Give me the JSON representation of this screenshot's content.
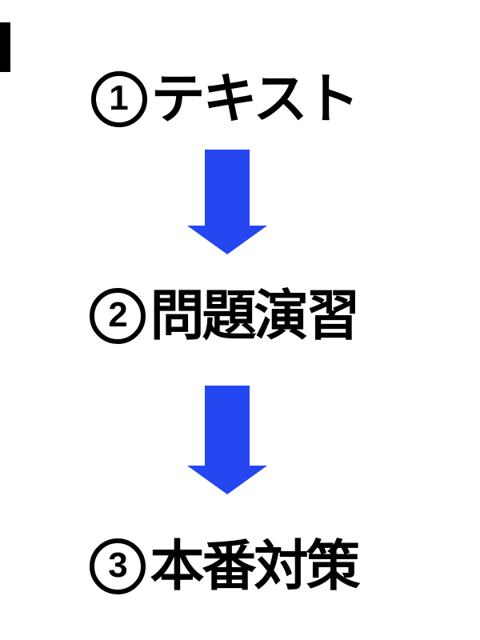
{
  "page": {
    "background_color": "#FFFFFF",
    "text_color": "#000000",
    "accent_blue": "#2447F2"
  },
  "decoration": {
    "corner_bar_color": "#000000"
  },
  "steps": [
    {
      "digit": "1",
      "circled_number": "①",
      "label": "テキスト",
      "full_text": "①テキスト"
    },
    {
      "digit": "2",
      "circled_number": "②",
      "label": "問題演習",
      "full_text": "②問題演習"
    },
    {
      "digit": "3",
      "circled_number": "③",
      "label": "本番対策",
      "full_text": "③本番対策"
    }
  ],
  "arrows": [
    {
      "icon": "down-arrow-icon",
      "color": "#2447F2",
      "direction": "down"
    },
    {
      "icon": "down-arrow-icon",
      "color": "#2447F2",
      "direction": "down"
    }
  ]
}
